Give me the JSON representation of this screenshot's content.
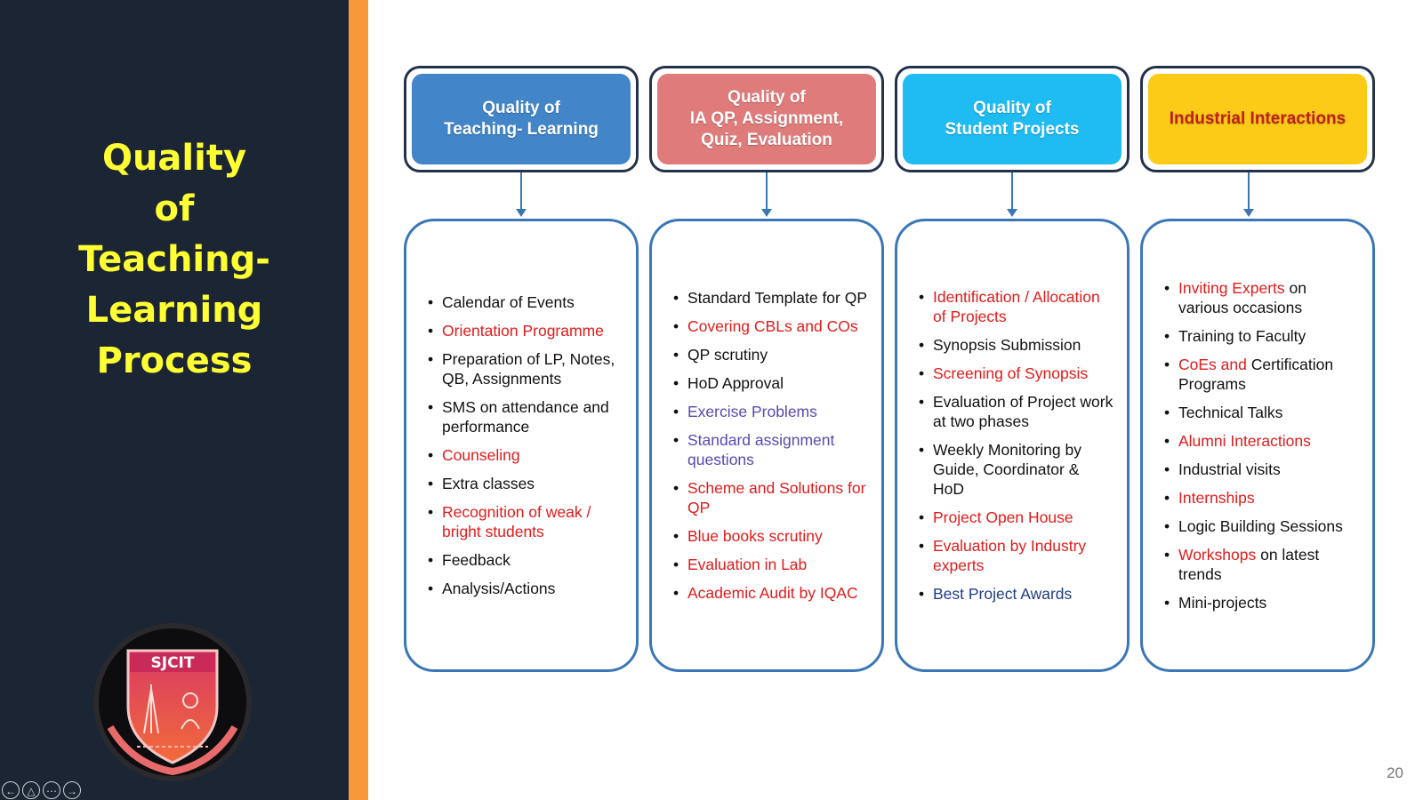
{
  "slide": {
    "title_lines": [
      "Quality",
      "of",
      "Teaching- Learning",
      "Process"
    ],
    "page_number": "20"
  },
  "logo": {
    "name": "sjcit-emblem",
    "text": "SJCIT"
  },
  "nav_controls": [
    {
      "name": "previous-icon",
      "glyph": "←"
    },
    {
      "name": "pointer-icon",
      "glyph": "△"
    },
    {
      "name": "more-options-icon",
      "glyph": "⋯"
    },
    {
      "name": "next-icon",
      "glyph": "→"
    }
  ],
  "colors": {
    "left_panel": "#1b2533",
    "stripe": "#f7993b",
    "title": "#ffff33",
    "box_border": "#3b77b6",
    "red_text": "#e01b1b",
    "purple_text": "#5a48b0",
    "navy_text": "#1f3c86"
  },
  "columns": [
    {
      "header": "Quality of\nTeaching- Learning",
      "header_bg": "#4285c8",
      "header_text_color": "#ffffff",
      "items": [
        [
          {
            "text": "Calendar of Events",
            "color": "black"
          }
        ],
        [
          {
            "text": "Orientation Programme",
            "color": "red"
          }
        ],
        [
          {
            "text": "Preparation of LP, Notes, QB, Assignments",
            "color": "black"
          }
        ],
        [
          {
            "text": "SMS on attendance and performance",
            "color": "black"
          }
        ],
        [
          {
            "text": "Counseling",
            "color": "red"
          }
        ],
        [
          {
            "text": "Extra classes",
            "color": "black"
          }
        ],
        [
          {
            "text": "Recognition of weak / bright students",
            "color": "red"
          }
        ],
        [
          {
            "text": "Feedback",
            "color": "black"
          }
        ],
        [
          {
            "text": "Analysis/Actions",
            "color": "black"
          }
        ]
      ]
    },
    {
      "header": "Quality of\nIA QP, Assignment,\nQuiz, Evaluation",
      "header_bg": "#e07b7b",
      "header_text_color": "#ffffff",
      "items": [
        [
          {
            "text": "Standard Template for QP",
            "color": "black"
          }
        ],
        [
          {
            "text": "Covering CBLs and COs",
            "color": "red"
          }
        ],
        [
          {
            "text": "QP scrutiny",
            "color": "black"
          }
        ],
        [
          {
            "text": "HoD Approval",
            "color": "black"
          }
        ],
        [
          {
            "text": "Exercise Problems",
            "color": "purple"
          }
        ],
        [
          {
            "text": "Standard assignment questions",
            "color": "purple"
          }
        ],
        [
          {
            "text": "Scheme and Solutions for QP",
            "color": "red"
          }
        ],
        [
          {
            "text": "Blue books scrutiny",
            "color": "red"
          }
        ],
        [
          {
            "text": "Evaluation in Lab",
            "color": "red"
          }
        ],
        [
          {
            "text": "Academic Audit by IQAC",
            "color": "red"
          }
        ]
      ]
    },
    {
      "header": "Quality of\nStudent Projects",
      "header_bg": "#1ebcf2",
      "header_text_color": "#ffffff",
      "items": [
        [
          {
            "text": "Identification / Allocation of Projects",
            "color": "red"
          }
        ],
        [
          {
            "text": "Synopsis Submission",
            "color": "black"
          }
        ],
        [
          {
            "text": "Screening of Synopsis",
            "color": "red"
          }
        ],
        [
          {
            "text": "Evaluation of Project work at two phases",
            "color": "black"
          }
        ],
        [
          {
            "text": "Weekly Monitoring by Guide, Coordinator & HoD",
            "color": "black"
          }
        ],
        [
          {
            "text": "Project Open House",
            "color": "red"
          }
        ],
        [
          {
            "text": "Evaluation by Industry experts",
            "color": "red"
          }
        ],
        [
          {
            "text": "Best Project Awards",
            "color": "navy"
          }
        ]
      ]
    },
    {
      "header": "Industrial Interactions",
      "header_bg": "#fccb17",
      "header_text_color": "#c0201b",
      "items": [
        [
          {
            "text": "Inviting Experts",
            "color": "red"
          },
          {
            "text": " on various occasions",
            "color": "black"
          }
        ],
        [
          {
            "text": "Training to Faculty",
            "color": "black"
          }
        ],
        [
          {
            "text": "CoEs and",
            "color": "red"
          },
          {
            "text": " Certification Programs",
            "color": "black"
          }
        ],
        [
          {
            "text": "Technical Talks",
            "color": "black"
          }
        ],
        [
          {
            "text": "Alumni Interactions",
            "color": "red"
          }
        ],
        [
          {
            "text": "Industrial visits",
            "color": "black"
          }
        ],
        [
          {
            "text": "Internships",
            "color": "red"
          }
        ],
        [
          {
            "text": "Logic Building Sessions",
            "color": "black"
          }
        ],
        [
          {
            "text": "Workshops",
            "color": "red"
          },
          {
            "text": " on latest trends",
            "color": "black"
          }
        ],
        [
          {
            "text": "Mini-projects",
            "color": "black"
          }
        ]
      ]
    }
  ]
}
